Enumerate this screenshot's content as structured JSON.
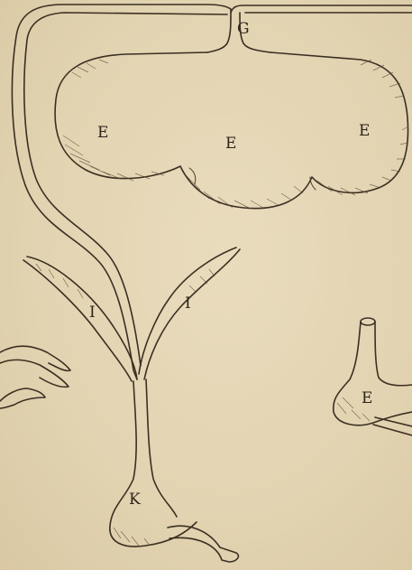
{
  "figure": {
    "labels": {
      "g": "G",
      "e_left": "E",
      "e_middle": "E",
      "e_right": "E",
      "i_left": "I",
      "i_right": "I",
      "k": "K",
      "e_small": "E"
    },
    "colors": {
      "paper": "#e4d6b6",
      "ink": "#3b2f22"
    }
  }
}
